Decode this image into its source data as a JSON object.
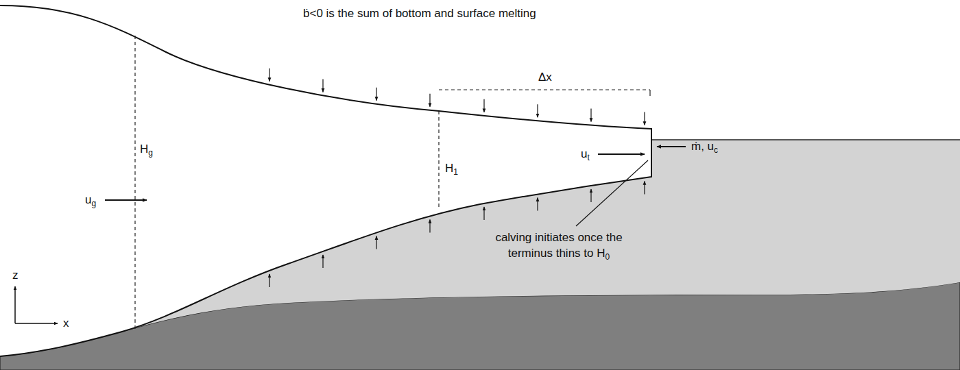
{
  "diagram": {
    "labels": [
      "ḃ<0 is the sum of bottom and surface melting",
      "Δx",
      "Hg",
      "H1",
      "ug",
      "ut",
      "ṁ, uc",
      "calving initiates once the terminus thins to H0",
      "z",
      "x"
    ]
  }
}
